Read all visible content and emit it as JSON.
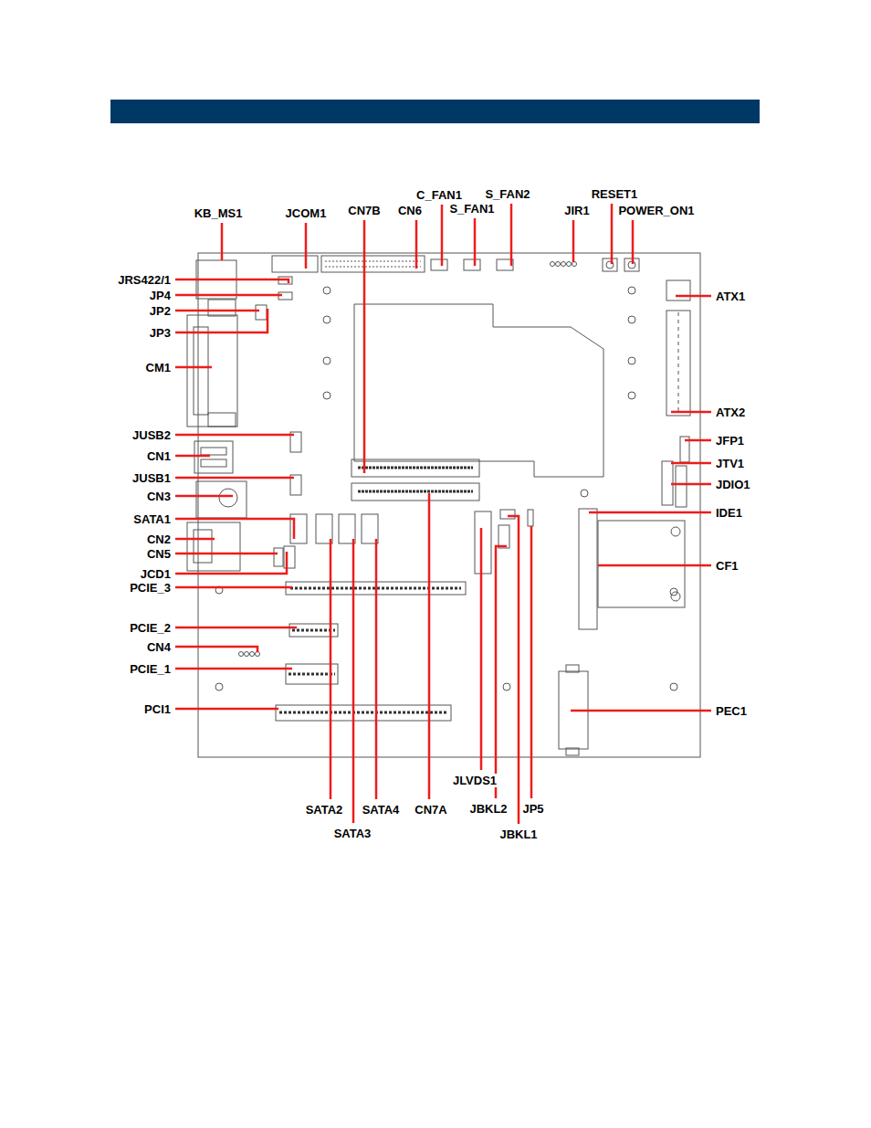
{
  "diagram": {
    "labels": [
      "KB_MS1",
      "JCOM1",
      "CN7B",
      "CN6",
      "C_FAN1",
      "S_FAN1",
      "S_FAN2",
      "JIR1",
      "RESET1",
      "POWER_ON1",
      "JRS422/1",
      "JP4",
      "JP2",
      "JP3",
      "CM1",
      "JUSB2",
      "CN1",
      "JUSB1",
      "CN3",
      "SATA1",
      "CN2",
      "CN5",
      "JCD1",
      "PCIE_3",
      "PCIE_2",
      "CN4",
      "PCIE_1",
      "PCI1",
      "ATX1",
      "ATX2",
      "JFP1",
      "JTV1",
      "JDIO1",
      "IDE1",
      "CF1",
      "PEC1",
      "JLVDS1",
      "SATA2",
      "SATA4",
      "CN7A",
      "JBKL2",
      "JP5",
      "SATA3",
      "JBKL1"
    ]
  }
}
